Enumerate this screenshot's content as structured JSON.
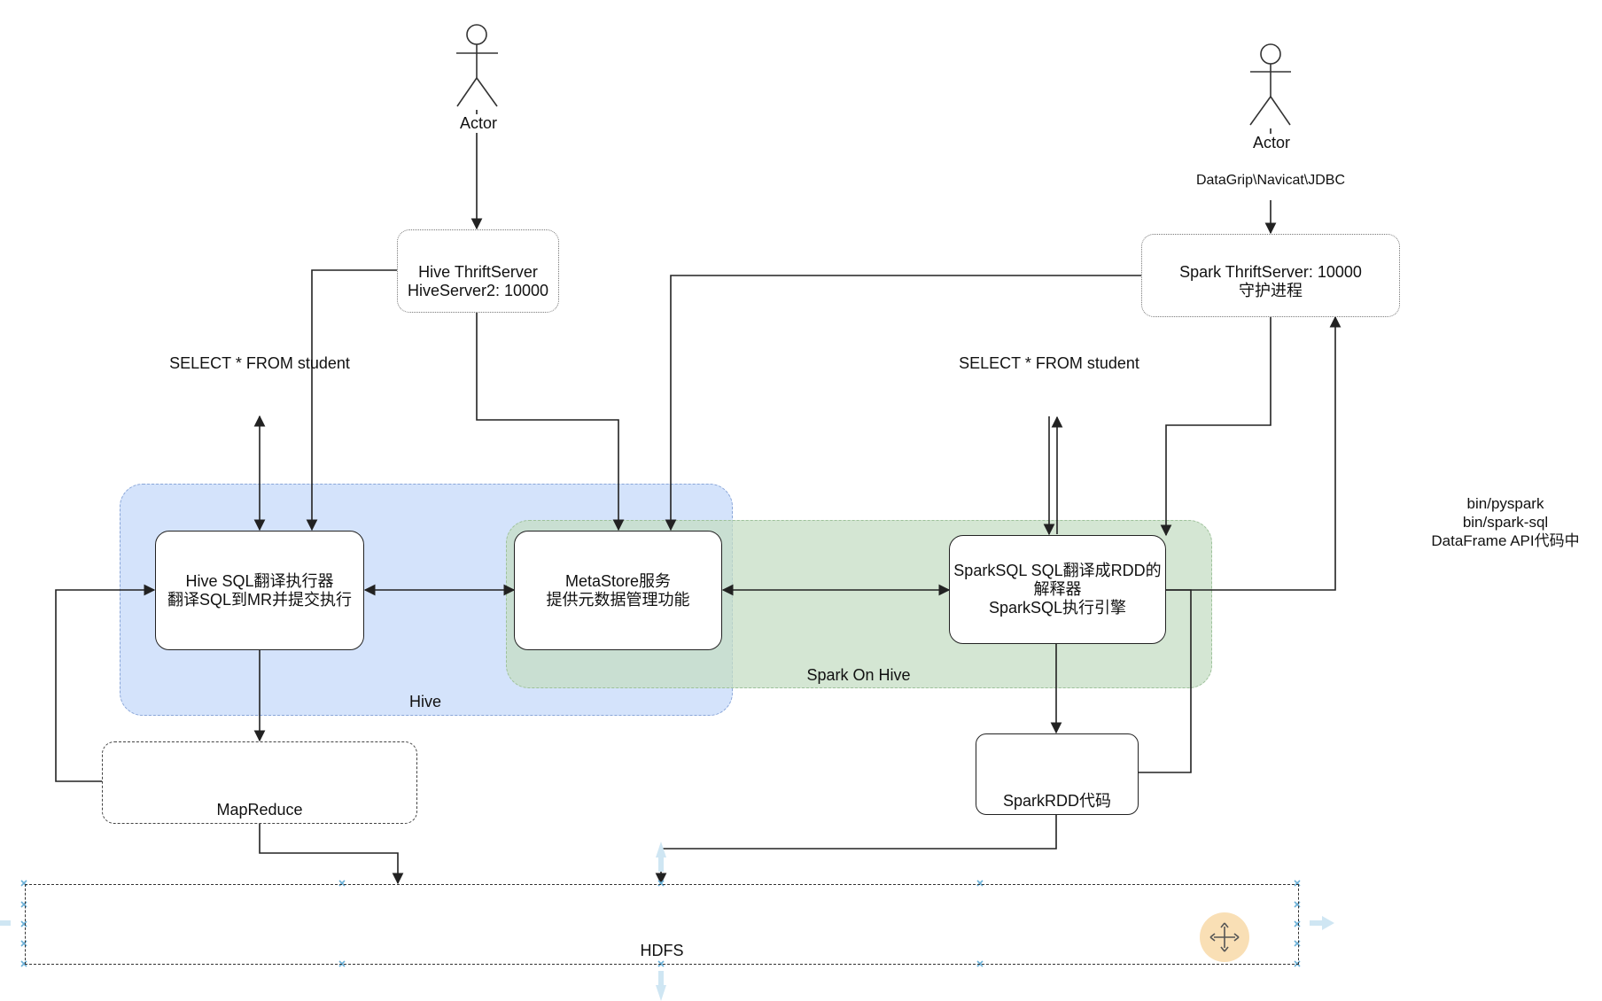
{
  "groups": {
    "hive": "Hive",
    "spark_on_hive": "Spark On Hive"
  },
  "actors": {
    "left": "Actor",
    "right": "Actor"
  },
  "edge_labels": {
    "client_tools": "DataGrip\\Navicat\\JDBC"
  },
  "nodes": {
    "hive_thriftserver": {
      "line1": "Hive ThriftServer",
      "line2": "HiveServer2: 10000"
    },
    "spark_thriftserver": {
      "line1": "Spark ThriftServer: 10000",
      "line2": "守护进程"
    },
    "hive_sql_engine": {
      "line1": "Hive SQL翻译执行器",
      "line2": "翻译SQL到MR并提交执行"
    },
    "metastore": {
      "line1": "MetaStore服务",
      "line2": "提供元数据管理功能"
    },
    "sparksql_engine": {
      "line1": "SparkSQL SQL翻译成RDD的",
      "line2": "解释器",
      "line3": "SparkSQL执行引擎"
    },
    "mapreduce": "MapReduce",
    "sparkrdd": "SparkRDD代码",
    "hdfs": "HDFS"
  },
  "queries": {
    "left": "SELECT * FROM student",
    "right": "SELECT * FROM student"
  },
  "spark_entry": {
    "line1": "bin/pyspark",
    "line2": "bin/spark-sql",
    "line3": "DataFrame API代码中"
  },
  "colors": {
    "hive_group": "#c6dafa",
    "spark_group": "#c5dec4",
    "line": "#222222",
    "selection_handle": "#6ab0d8",
    "move_handle": "#f8d9a8"
  }
}
